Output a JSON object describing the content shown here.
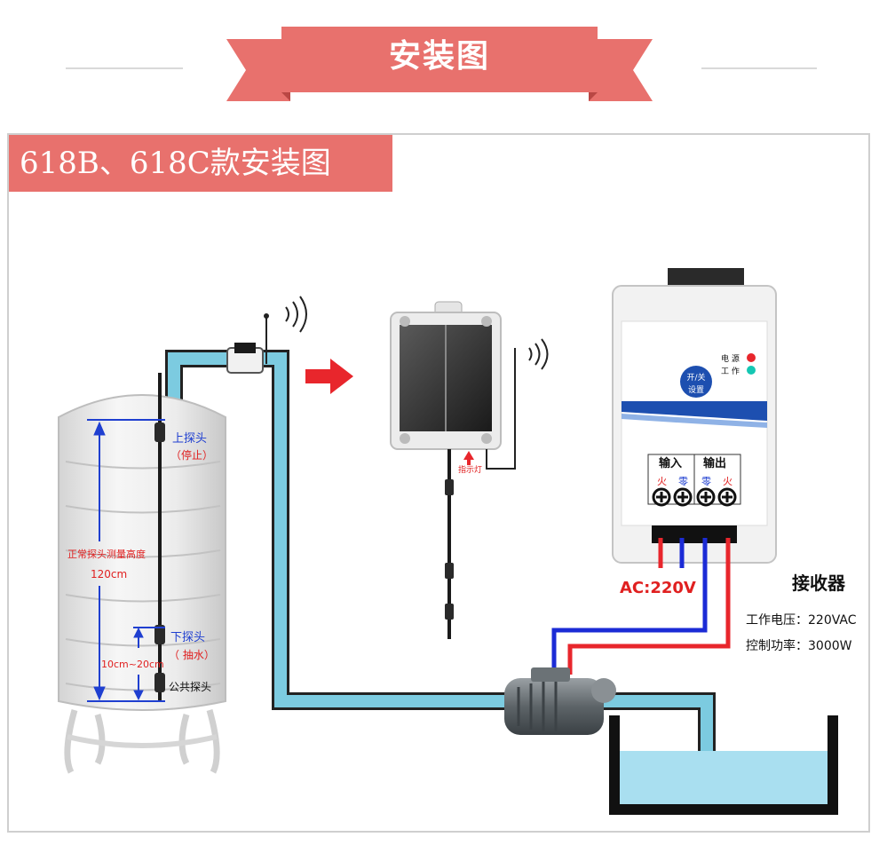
{
  "header": {
    "title": "安装图"
  },
  "section": {
    "label": "618B、618C款安装图"
  },
  "tank": {
    "upper_probe": "上探头",
    "upper_probe_note": "（停止）",
    "range_label": "正常探头测量高度",
    "range_value": "120cm",
    "lower_probe": "下探头",
    "lower_probe_note": "（ 抽水）",
    "lower_range": "10cm~20cm",
    "common_probe": "公共探头"
  },
  "transmitter": {
    "indicator": "指示灯"
  },
  "receiver": {
    "name": "接收器",
    "power_led": "电 源",
    "work_led": "工 作",
    "button_line1": "开/关",
    "button_line2": "设置",
    "input_label": "输入",
    "output_label": "输出",
    "term_fire": "火",
    "term_zero": "零",
    "spec_voltage": "工作电压：220VAC",
    "spec_power": "控制功率：3000W"
  },
  "power": {
    "ac_label": "AC:220V"
  },
  "colors": {
    "banner": "#e8716d",
    "banner_dark": "#c9524f",
    "pipe": "#7ccbe0",
    "water": "#a9dff0",
    "live_wire": "#e8262c",
    "neutral_wire": "#1b2bd6",
    "annotation_red": "#e02020",
    "annotation_blue": "#1f3fd0"
  }
}
